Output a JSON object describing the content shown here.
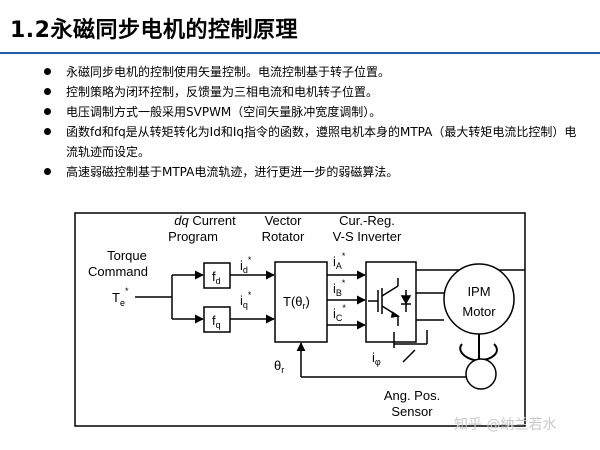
{
  "slide": {
    "title": "1.2永磁同步电机的控制原理"
  },
  "bullets": [
    "永磁同步电机的控制使用矢量控制。电流控制基于转子位置。",
    "控制策略为闭环控制，反馈量为三相电流和电机转子位置。",
    "电压调制方式一般采用SVPWM（空间矢量脉冲宽度调制）。",
    "函数fd和fq是从转矩转化为Id和Iq指令的函数，遵照电机本身的MTPA（最大转矩电流比控制）电流轨迹而设定。",
    "高速弱磁控制基于MTPA电流轨迹，进行更进一步的弱磁算法。"
  ],
  "diagram": {
    "labels": {
      "torque_line1": "Torque",
      "torque_line2": "Command",
      "te_main": "T",
      "te_sub": "e",
      "te_sup": "*",
      "dq_prefix": "dq",
      "dq_rest": " Current",
      "program": "Program",
      "vector": "Vector",
      "rotator": "Rotator",
      "curreg": "Cur.-Reg.",
      "vs_inverter": "V-S Inverter",
      "fd_main": "f",
      "fd_sub": "d",
      "fq_main": "f",
      "fq_sub": "q",
      "id_main": "i",
      "id_sub": "d",
      "id_sup": "*",
      "iq_main": "i",
      "iq_sub": "q",
      "iq_sup": "*",
      "rot_text": "T(θ",
      "rot_sub": "r",
      "rot_close": ")",
      "ia_main": "i",
      "ia_sub": "A",
      "ia_sup": "*",
      "ib_main": "i",
      "ib_sub": "B",
      "ib_sup": "*",
      "ic_main": "i",
      "ic_sub": "C",
      "ic_sup": "*",
      "theta_main": "θ",
      "theta_sub": "r",
      "iphi_main": "i",
      "iphi_sub": "φ",
      "ipm_line1": "IPM",
      "ipm_line2": "Motor",
      "ang_line1": "Ang. Pos.",
      "ang_line2": "Sensor"
    }
  },
  "watermark": "知乎 @納兰若水"
}
